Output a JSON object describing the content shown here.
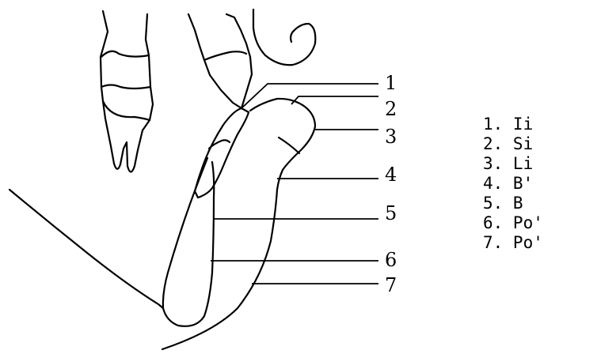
{
  "callouts": [
    "1",
    "2",
    "3",
    "4",
    "5",
    "6",
    "7"
  ],
  "legend": [
    "1. Ii",
    "2. Si",
    "3. Li",
    "4. B'",
    "5. B",
    "6. Po'",
    "7. Po'"
  ]
}
